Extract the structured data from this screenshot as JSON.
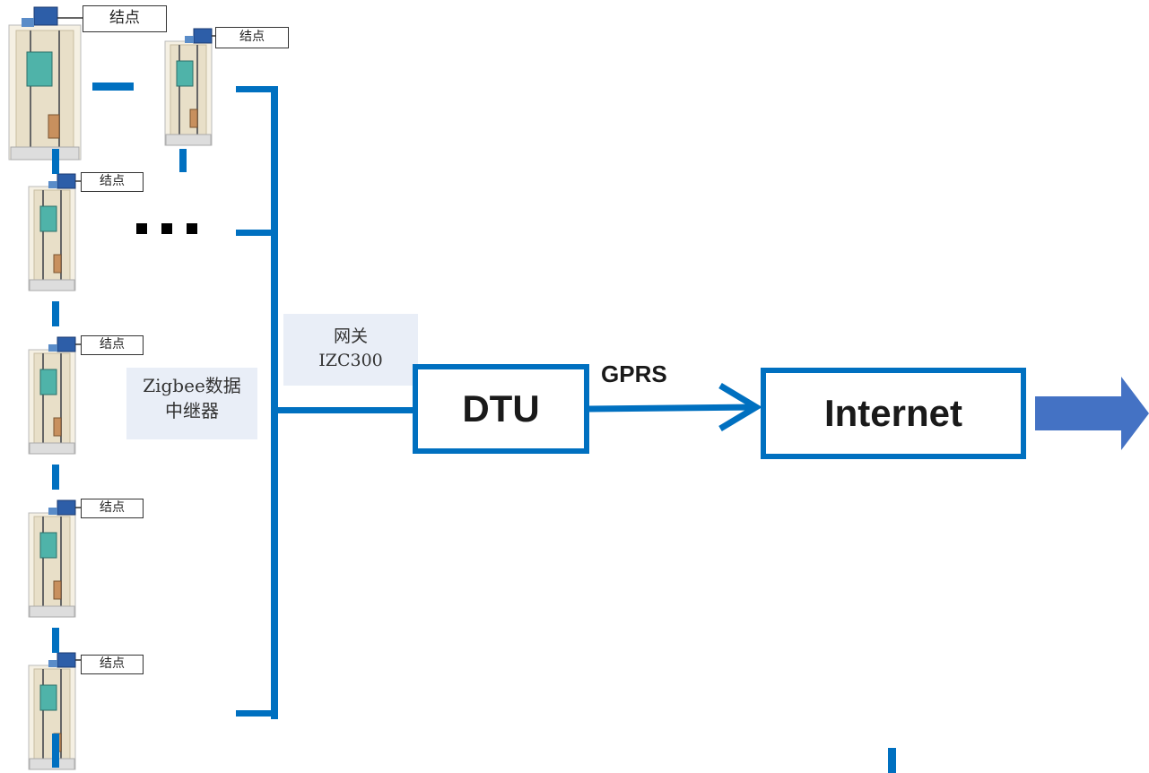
{
  "nodes": [
    {
      "label": "结点"
    },
    {
      "label": "结点"
    },
    {
      "label": "结点"
    },
    {
      "label": "结点"
    },
    {
      "label": "结点"
    },
    {
      "label": "结点"
    }
  ],
  "repeater": {
    "line1": "Zigbee数据",
    "line2": "中继器"
  },
  "gateway": {
    "line1": "网关",
    "line2": "IZC300"
  },
  "dtu": {
    "label": "DTU"
  },
  "link": {
    "label": "GPRS"
  },
  "internet": {
    "label": "Internet"
  },
  "colors": {
    "line": "#0070c0",
    "arrow": "#4472c4"
  },
  "icons": [
    "elevator-icon",
    "ellipsis-icon",
    "arrow-right-icon"
  ]
}
